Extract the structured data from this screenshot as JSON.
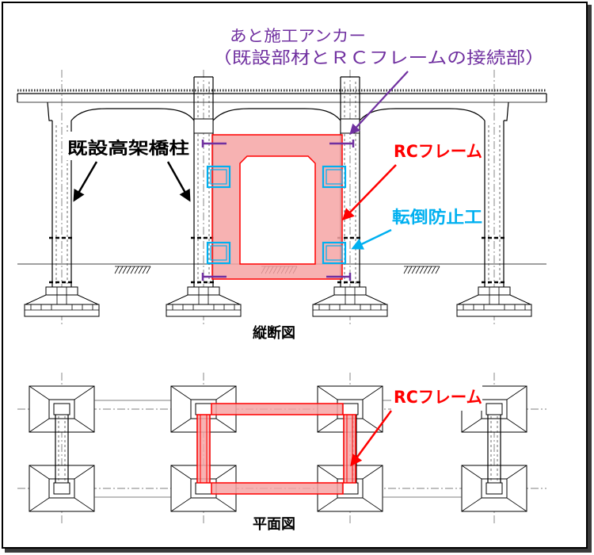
{
  "labels": {
    "anchor_title": "あと施工アンカー",
    "anchor_note": "（既設部材とＲＣフレームの接続部）",
    "existing_column": "既設高架橋柱",
    "rc_frame_elevation": "RCフレーム",
    "overturn_prevention": "転倒防止工",
    "rc_frame_plan": "RCフレーム"
  },
  "captions": {
    "elevation": "縦断図",
    "plan": "平面図"
  },
  "colors": {
    "anchor": "#7030a0",
    "rc_frame": "#ff0000",
    "rc_frame_fill": "#f6a5a5",
    "overturn_prevention": "#00b0f0",
    "structure": "#000000"
  }
}
